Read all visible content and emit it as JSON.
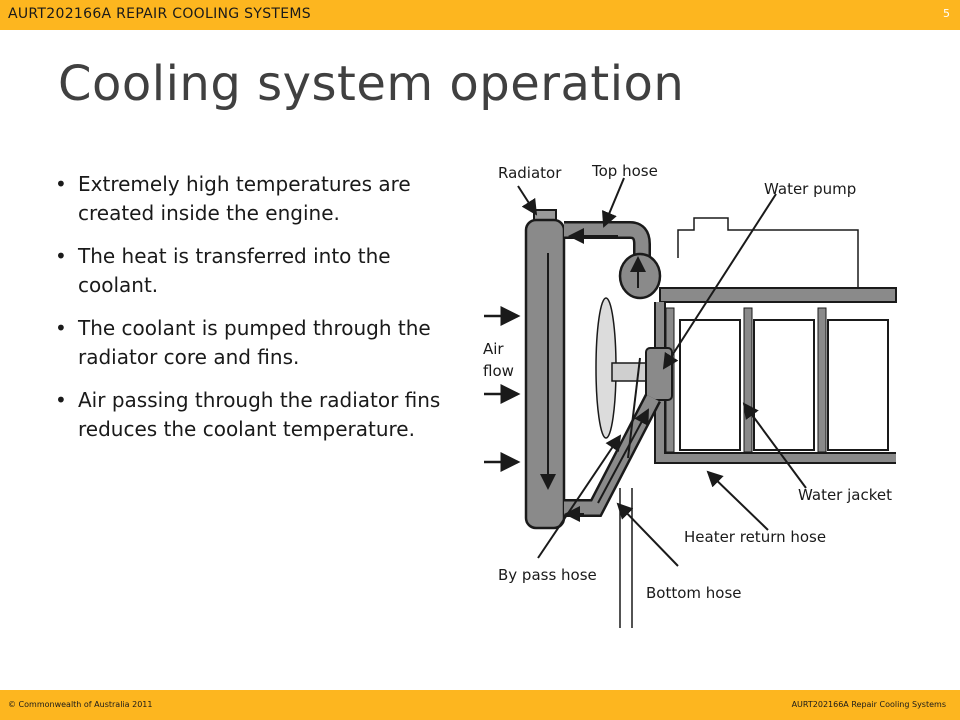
{
  "header": {
    "course": "AURT202166A  REPAIR COOLING SYSTEMS",
    "page_number": "5"
  },
  "slide": {
    "title": "Cooling system operation",
    "bullets": [
      "Extremely high temperatures are created inside the engine.",
      "The heat is transferred into the coolant.",
      "The coolant is pumped through the radiator core and fins.",
      "Air passing through the radiator fins reduces the coolant temperature."
    ]
  },
  "diagram": {
    "labels": {
      "radiator": "Radiator",
      "top_hose": "Top hose",
      "water_pump": "Water pump",
      "air": "Air",
      "flow": "flow",
      "water_jacket": "Water jacket",
      "heater_return_hose": "Heater return hose",
      "by_pass_hose": "By pass hose",
      "bottom_hose": "Bottom hose"
    }
  },
  "footer": {
    "copyright": "© Commonwealth of Australia 2011",
    "course": "AURT202166A Repair Cooling Systems"
  },
  "colors": {
    "accent": "#FDB61F",
    "title": "#404040",
    "diagram_fill": "#8a8a8a"
  }
}
